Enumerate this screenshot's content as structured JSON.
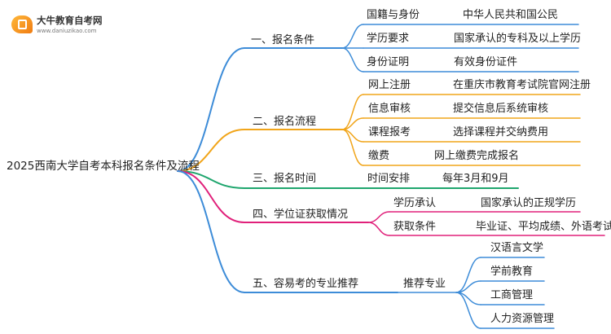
{
  "logo": {
    "name": "大牛教育自考网",
    "url": "www.daniuzikao.com"
  },
  "colors": {
    "blue": "#3d8cd8",
    "orange": "#f1a51a",
    "green": "#1fa66e",
    "magenta": "#e0207a"
  },
  "mindmap": {
    "root": "2025西南大学自考本科报名条件及流程",
    "branches": [
      {
        "label": "一、报名条件",
        "color": "blue",
        "children": [
          {
            "label": "国籍与身份",
            "value": "中华人民共和国公民"
          },
          {
            "label": "学历要求",
            "value": "国家承认的专科及以上学历"
          },
          {
            "label": "身份证明",
            "value": "有效身份证件"
          }
        ]
      },
      {
        "label": "二、报名流程",
        "color": "orange",
        "children": [
          {
            "label": "网上注册",
            "value": "在重庆市教育考试院官网注册"
          },
          {
            "label": "信息审核",
            "value": "提交信息后系统审核"
          },
          {
            "label": "课程报考",
            "value": "选择课程并交纳费用"
          },
          {
            "label": "缴费",
            "value": "网上缴费完成报名"
          }
        ]
      },
      {
        "label": "三、报名时间",
        "color": "green",
        "children": [
          {
            "label": "时间安排",
            "value": "每年3月和9月"
          }
        ]
      },
      {
        "label": "四、学位证获取情况",
        "color": "magenta",
        "children": [
          {
            "label": "学历承认",
            "value": "国家承认的正规学历"
          },
          {
            "label": "获取条件",
            "value": "毕业证、平均成绩、外语考试"
          }
        ]
      },
      {
        "label": "五、容易考的专业推荐",
        "color": "blue",
        "children": [
          {
            "label": "推荐专业",
            "items": [
              "汉语言文学",
              "学前教育",
              "工商管理",
              "人力资源管理"
            ]
          }
        ]
      }
    ]
  }
}
